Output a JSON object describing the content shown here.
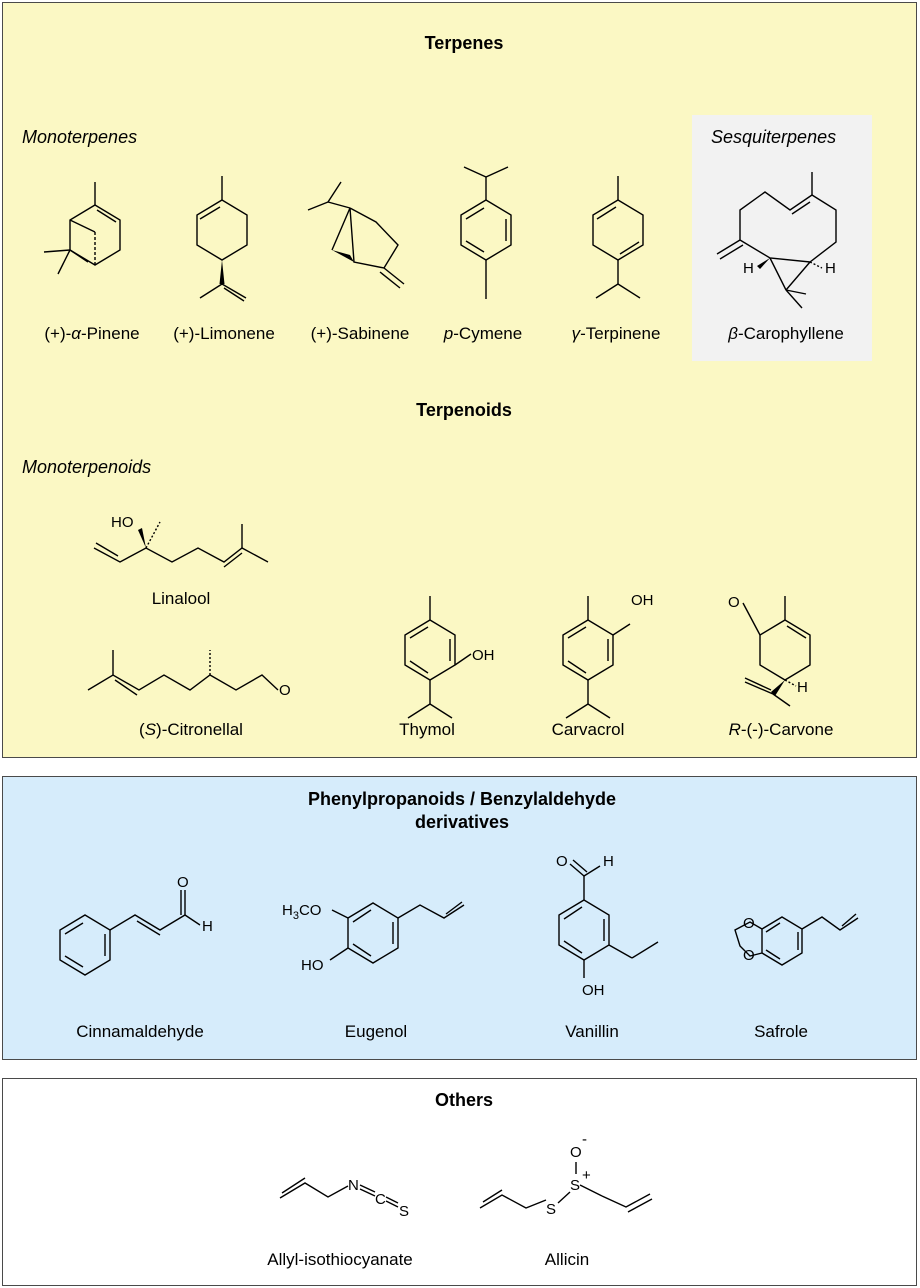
{
  "sections": {
    "terpenes": {
      "title": "Terpenes",
      "monoterpenes_label": "Monoterpenes",
      "sesquiterpenes_label": "Sesquiterpenes",
      "compounds": [
        {
          "pre": "(+)-",
          "it": "α",
          "post": "-Pinene"
        },
        {
          "pre": "(+)-Limonene",
          "it": "",
          "post": ""
        },
        {
          "pre": "(+)-Sabinene",
          "it": "",
          "post": ""
        },
        {
          "pre": "",
          "it": "p",
          "post": "-Cymene"
        },
        {
          "pre": "",
          "it": "γ",
          "post": "-Terpinene"
        },
        {
          "pre": "",
          "it": "β",
          "post": "-Carophyllene"
        }
      ]
    },
    "terpenoids": {
      "title": "Terpenoids",
      "monoterpenoids_label": "Monoterpenoids",
      "compounds": [
        {
          "pre": "Linalool",
          "it": "",
          "post": ""
        },
        {
          "pre": "(",
          "it": "S",
          "post": ")-Citronellal"
        },
        {
          "pre": "Thymol",
          "it": "",
          "post": ""
        },
        {
          "pre": "Carvacrol",
          "it": "",
          "post": ""
        },
        {
          "pre": "",
          "it": "R",
          "post": "-(-)-Carvone"
        }
      ]
    },
    "phenylpropanoids": {
      "title_line1": "Phenylpropanoids / Benzylaldehyde",
      "title_line2": "derivatives",
      "compounds": [
        "Cinnamaldehyde",
        "Eugenol",
        "Vanillin",
        "Safrole"
      ]
    },
    "others": {
      "title": "Others",
      "compounds": [
        "Allyl-isothiocyanate",
        "Allicin"
      ]
    }
  },
  "atom_labels": {
    "H": "H",
    "HO": "HO",
    "OH": "OH",
    "O": "O",
    "H3C": "H",
    "three": "3",
    "C_of_H3CO": "CO",
    "N": "N",
    "C": "C",
    "S": "S",
    "minus": "-",
    "plus": "+"
  },
  "colors": {
    "terpene_panel": "#fbf8c4",
    "phenylpropanoid_panel": "#d6ecfb",
    "others_panel": "#ffffff",
    "sesquiterpene_box": "#f2f2f2"
  }
}
